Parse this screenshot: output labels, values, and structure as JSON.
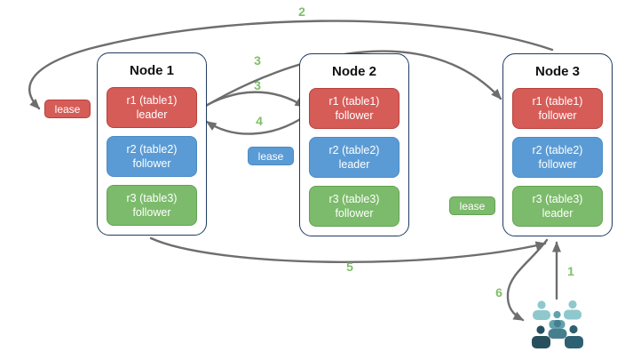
{
  "diagram": {
    "title": "range lease and replication diagram",
    "colors": {
      "replica_red": "#d65c58",
      "replica_blue": "#5b9bd5",
      "replica_green": "#7cbb6b",
      "node_border": "#1f3a60",
      "arrow": "#6e6e6e",
      "step_label": "#7fbe68",
      "clients_light": "#8fc8cc",
      "clients_medium": "#60a3ad",
      "clients_slate": "#477e8e",
      "clients_dark": "#27505f",
      "clients_dark2": "#2d6171"
    },
    "nodes": [
      {
        "title": "Node 1",
        "replicas": [
          {
            "name": "r1 (table1)",
            "role": "leader",
            "color": "red"
          },
          {
            "name": "r2 (table2)",
            "role": "follower",
            "color": "blue"
          },
          {
            "name": "r3 (table3)",
            "role": "follower",
            "color": "green"
          }
        ]
      },
      {
        "title": "Node 2",
        "replicas": [
          {
            "name": "r1 (table1)",
            "role": "follower",
            "color": "red"
          },
          {
            "name": "r2 (table2)",
            "role": "leader",
            "color": "blue"
          },
          {
            "name": "r3 (table3)",
            "role": "follower",
            "color": "green"
          }
        ]
      },
      {
        "title": "Node 3",
        "replicas": [
          {
            "name": "r1 (table1)",
            "role": "follower",
            "color": "red"
          },
          {
            "name": "r2 (table2)",
            "role": "follower",
            "color": "blue"
          },
          {
            "name": "r3 (table3)",
            "role": "leader",
            "color": "green"
          }
        ]
      }
    ],
    "leases": {
      "red": "lease",
      "blue": "lease",
      "green": "lease"
    },
    "steps": {
      "s1": "1",
      "s2": "2",
      "s3a": "3",
      "s3b": "3",
      "s4": "4",
      "s5": "5",
      "s6": "6"
    }
  }
}
